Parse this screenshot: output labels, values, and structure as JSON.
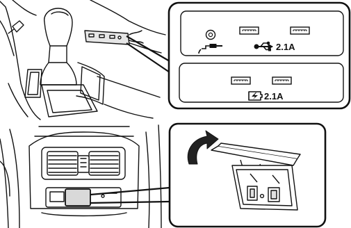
{
  "figure": {
    "top_section": {
      "panel_upper": {
        "items": [
          {
            "icon": "aux-audio-jack-icon"
          },
          {
            "icon": "usb-port-icon"
          },
          {
            "icon": "usb-port-icon"
          }
        ],
        "usb_label": "2.1A"
      },
      "panel_lower": {
        "items": [
          {
            "icon": "usb-port-icon"
          },
          {
            "icon": "usb-port-icon"
          }
        ],
        "charge_label": "2.1A"
      }
    },
    "bottom_section": {
      "detail_view": {
        "arrow_icon": "curved-arrow-icon",
        "cover_icon": "usb-cover-flap-icon",
        "port_count": 2
      }
    },
    "colors": {
      "line": "#111111",
      "fill_light": "#ffffff",
      "port_fill": "#d9d9d9",
      "arrow": "#222222"
    }
  }
}
